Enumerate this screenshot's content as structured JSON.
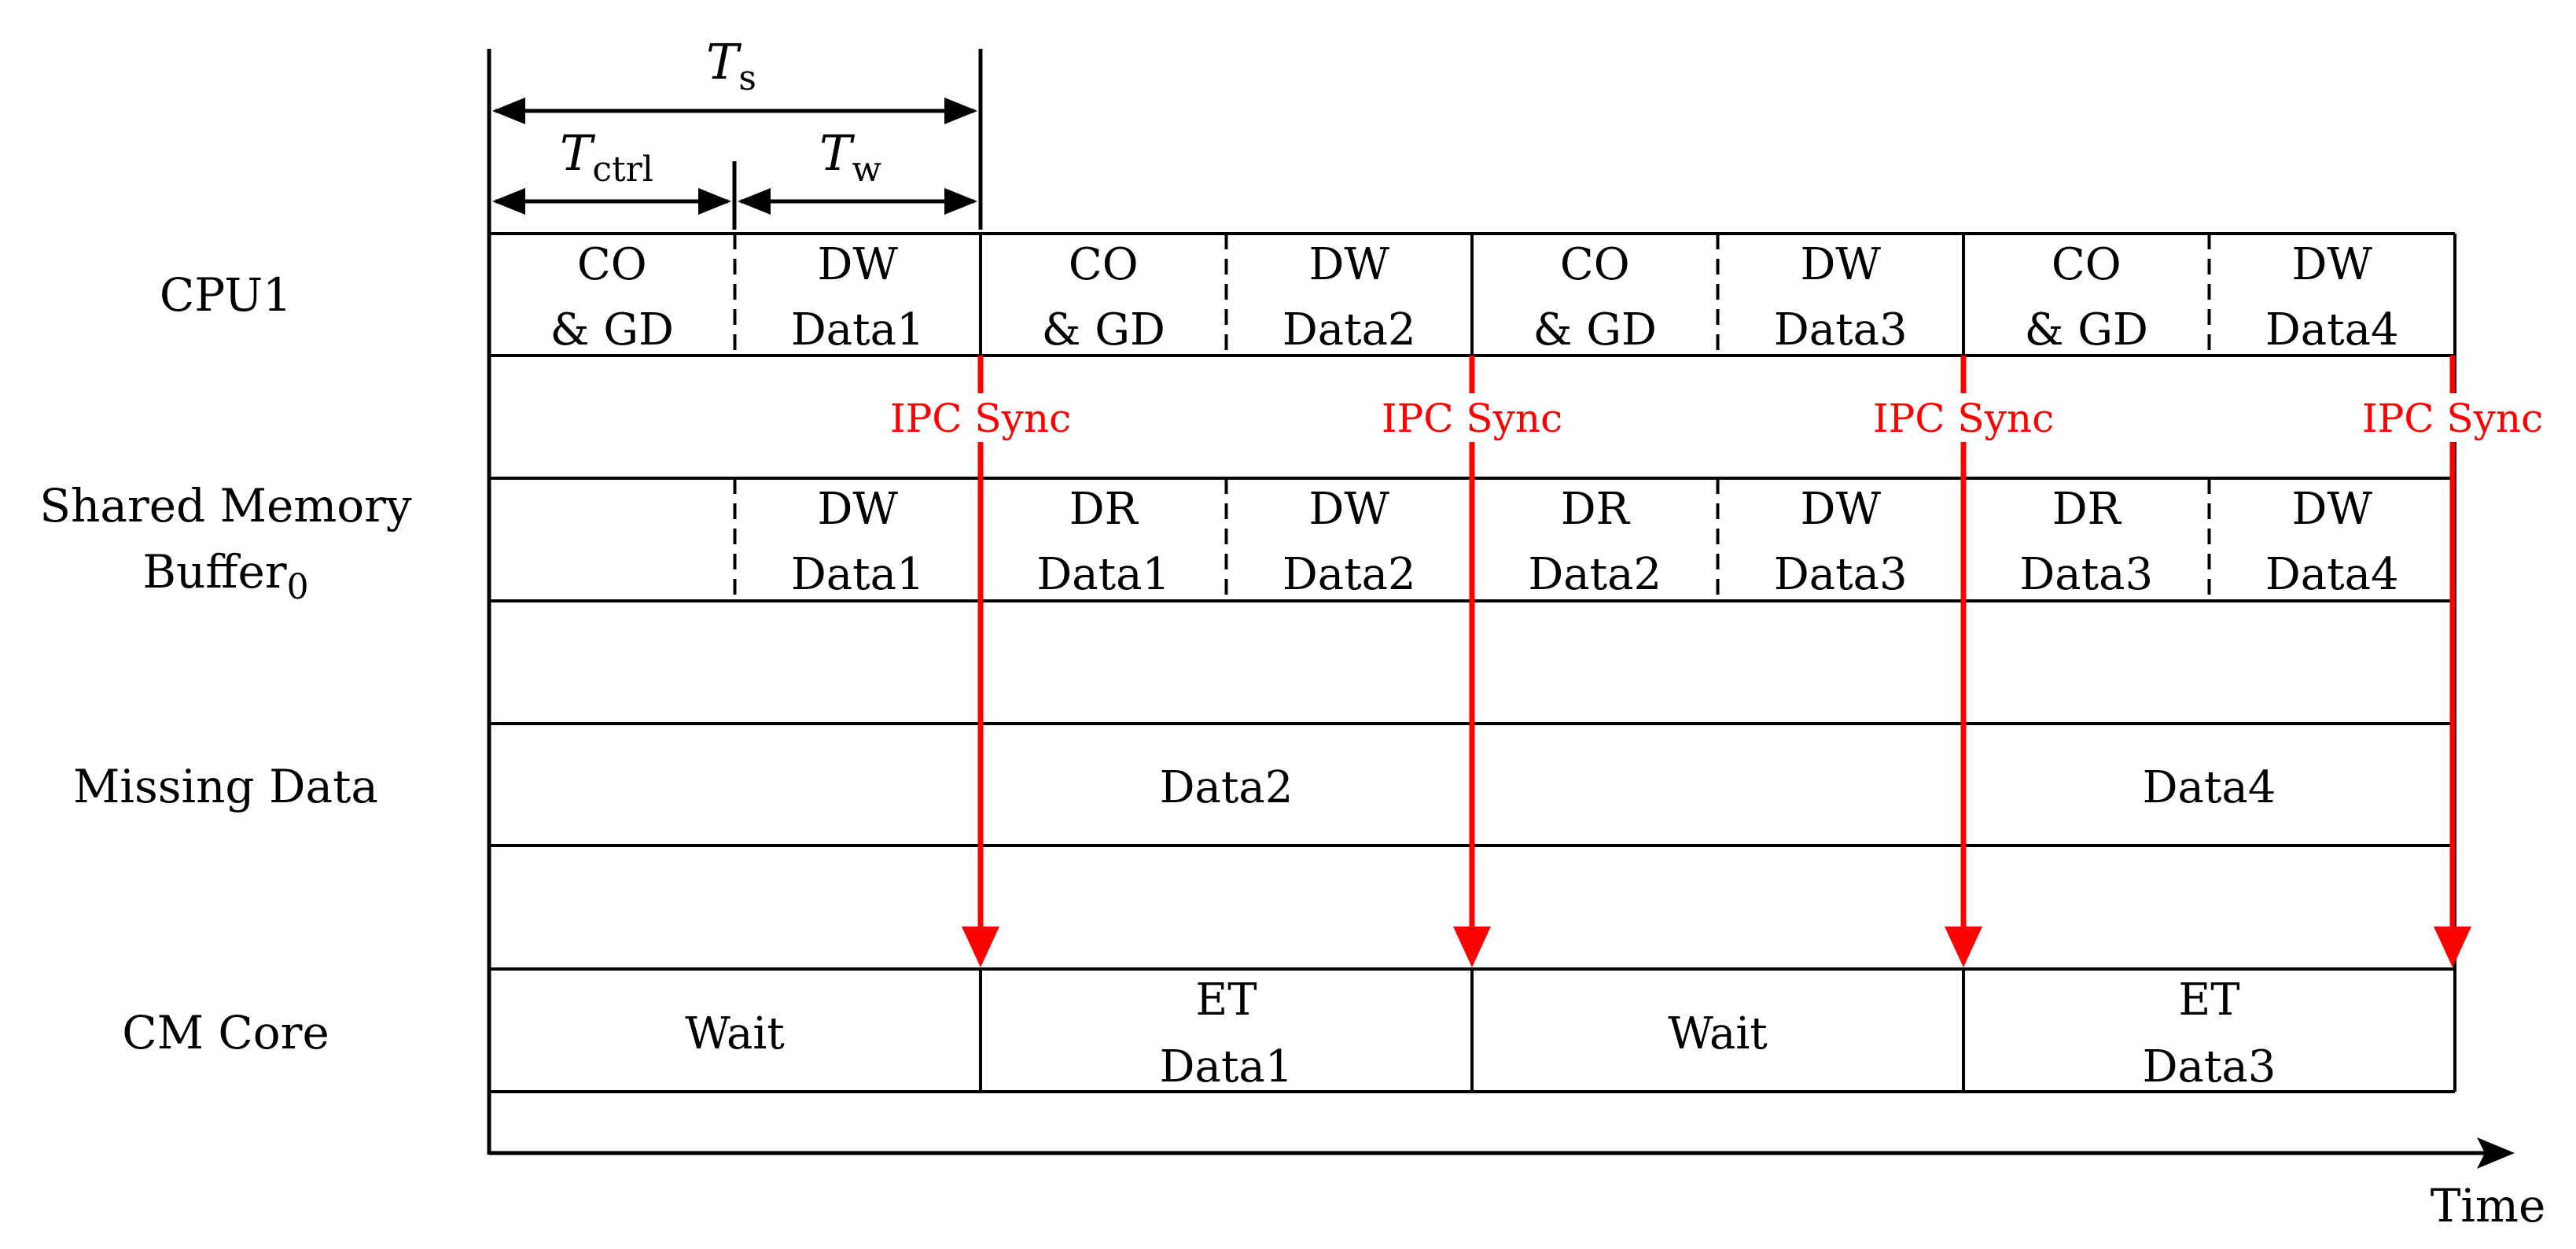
{
  "colors": {
    "ink": "#000000",
    "sync": "#ff0000"
  },
  "timing": {
    "ts_main": "T",
    "ts_sub": "s",
    "tctrl_main": "T",
    "tctrl_sub": "ctrl",
    "tw_main": "T",
    "tw_sub": "w"
  },
  "rows": {
    "cpu1": "CPU1",
    "shm_line1": "Shared Memory",
    "shm_line2_main": "Buffer",
    "shm_line2_sub": "0",
    "missing": "Missing Data",
    "cm": "CM Core"
  },
  "cpu1_cells": [
    [
      "CO",
      "& GD"
    ],
    [
      "DW",
      "Data1"
    ],
    [
      "CO",
      "& GD"
    ],
    [
      "DW",
      "Data2"
    ],
    [
      "CO",
      "& GD"
    ],
    [
      "DW",
      "Data3"
    ],
    [
      "CO",
      "& GD"
    ],
    [
      "DW",
      "Data4"
    ]
  ],
  "shm_cells": [
    [
      "",
      ""
    ],
    [
      "DW",
      "Data1"
    ],
    [
      "DR",
      "Data1"
    ],
    [
      "DW",
      "Data2"
    ],
    [
      "DR",
      "Data2"
    ],
    [
      "DW",
      "Data3"
    ],
    [
      "DR",
      "Data3"
    ],
    [
      "DW",
      "Data4"
    ]
  ],
  "missing_cells": [
    "",
    "Data2",
    "",
    "Data4"
  ],
  "cm_cells": [
    [
      "Wait"
    ],
    [
      "ET",
      "Data1"
    ],
    [
      "Wait"
    ],
    [
      "ET",
      "Data3"
    ]
  ],
  "sync_label": "IPC Sync",
  "sync_labels": [
    "IPC Sync",
    "IPC Sync",
    "IPC Sync",
    "IPC Sync"
  ],
  "axis_label": "Time"
}
